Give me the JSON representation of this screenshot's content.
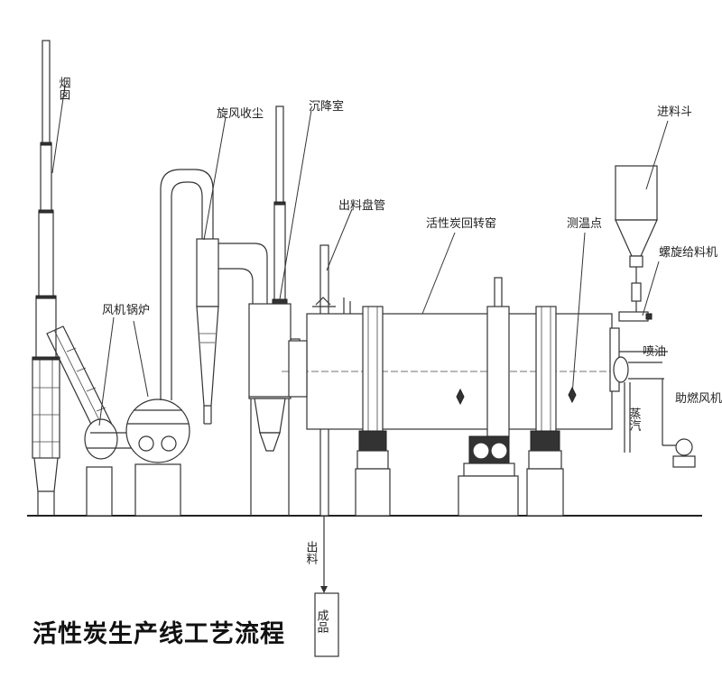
{
  "title": "活性炭生产线工艺流程",
  "labels": {
    "chimney": "烟囱",
    "fan": "风机",
    "boiler": "锅炉",
    "cyclone": "旋风收尘",
    "settling": "沉降室",
    "discharge_coil": "出料盘管",
    "kiln": "活性炭回转窑",
    "temp_point": "测温点",
    "hopper": "进料斗",
    "screw_feeder": "螺旋给料机",
    "oil_spray": "喷油",
    "steam": "蒸汽",
    "combustion_fan": "助燃风机",
    "discharge": "出料",
    "product": "成品"
  }
}
